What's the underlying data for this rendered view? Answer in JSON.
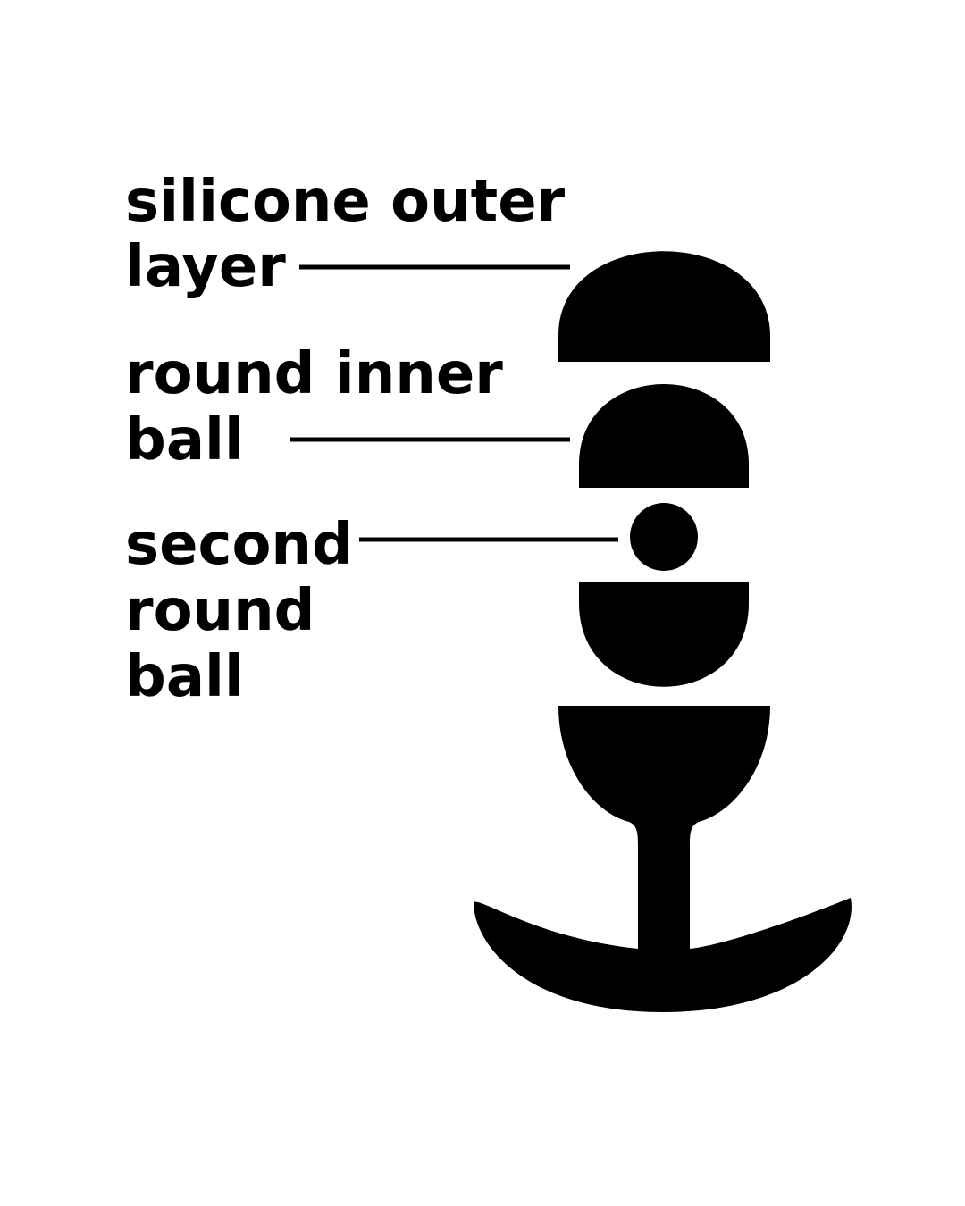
{
  "colors": {
    "background": "#ffffff",
    "ink": "#000000"
  },
  "labels": [
    {
      "id": "silicone-outer-layer",
      "lines": [
        "silicone outer",
        "layer"
      ]
    },
    {
      "id": "round-inner-ball",
      "lines": [
        "round inner",
        "ball"
      ]
    },
    {
      "id": "second-round-ball",
      "lines": [
        "second",
        "round",
        "ball"
      ]
    }
  ]
}
